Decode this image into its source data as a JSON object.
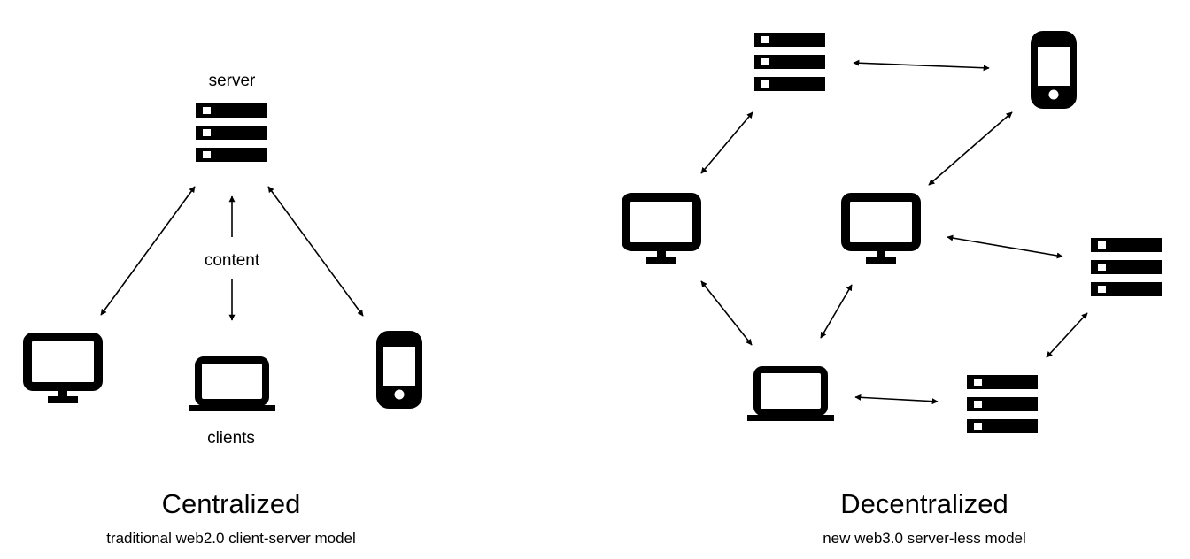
{
  "centralized": {
    "server_label": "server",
    "content_label": "content",
    "clients_label": "clients",
    "title": "Centralized",
    "subtitle": "traditional web2.0 client-server model"
  },
  "decentralized": {
    "title": "Decentralized",
    "subtitle": "new web3.0 server-less model"
  },
  "icons": [
    "server-icon",
    "desktop-icon",
    "laptop-icon",
    "phone-icon"
  ],
  "colors": {
    "ink": "#000000",
    "background": "#ffffff"
  }
}
